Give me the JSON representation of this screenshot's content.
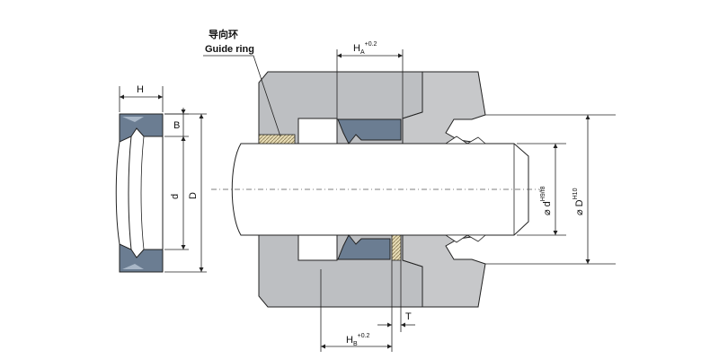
{
  "labels": {
    "guide_ring_cn": "导向环",
    "guide_ring_en": "Guide ring",
    "h": "H",
    "b": "B",
    "d": "d",
    "big_d": "D",
    "t": "T",
    "ha_main": "H",
    "ha_sub": "A",
    "ha_tol": "+0.2",
    "hb_main": "H",
    "hb_sub": "B",
    "hb_tol": "+0.2",
    "rod_dia_symbol": "⌀ d",
    "rod_dia_tol": "H9/f8",
    "bore_dia_symbol": "⌀ D",
    "bore_dia_tol": "H10"
  },
  "colors": {
    "housing_fill": "#bdbfc2",
    "rod_fill": "#ffffff",
    "seal_fill": "#6b7d92",
    "seal_light": "#a9b7c7",
    "guide_ring_fill": "#d9c89a",
    "outline": "#222222"
  }
}
